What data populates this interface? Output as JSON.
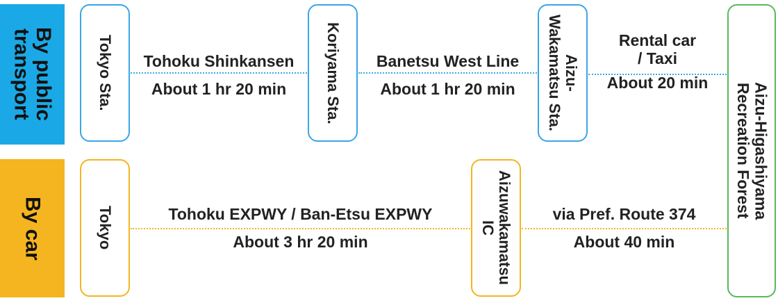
{
  "public": {
    "mode_label": "By public\ntransport",
    "stops": {
      "tokyo": "Tokyo Sta.",
      "koriyama": "Koriyama Sta.",
      "aizu": "Aizu-\nWakamatsu Sta."
    },
    "legs": [
      {
        "route": "Tohoku Shinkansen",
        "time": "About 1 hr 20 min"
      },
      {
        "route": "Banetsu West Line",
        "time": "About 1 hr 20 min"
      },
      {
        "route": "Rental car\n/ Taxi",
        "time": "About 20 min"
      }
    ]
  },
  "car": {
    "mode_label": "By car",
    "stops": {
      "tokyo": "Tokyo",
      "ic": "Aizuwakamatsu\nIC"
    },
    "legs": [
      {
        "route": "Tohoku EXPWY / Ban-Etsu EXPWY",
        "time": "About 3 hr 20 min"
      },
      {
        "route": "via Pref. Route 374",
        "time": "About 40 min"
      }
    ]
  },
  "destination": "Aizu-Higashiyama\nRecreation Forest",
  "colors": {
    "public": "#1aa9e6",
    "car": "#f4b520",
    "destination": "#5ab85c"
  }
}
